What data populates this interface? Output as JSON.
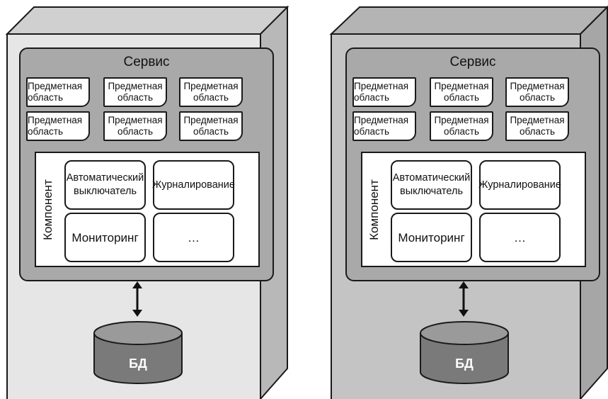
{
  "panels": [
    {
      "service": "Сервис",
      "domains": [
        "Предметная область",
        "Предметная область",
        "Предметная область",
        "Предметная область",
        "Предметная область",
        "Предметная область"
      ],
      "component_label": "Компонент",
      "modules": [
        "Автоматический выключатель",
        "Журналирование",
        "Мониторинг",
        "…"
      ],
      "db": "БД",
      "server_fill": "#e6e6e6"
    },
    {
      "service": "Сервис",
      "domains": [
        "Предметная область",
        "Предметная область",
        "Предметная область",
        "Предметная область",
        "Предметная область",
        "Предметная область"
      ],
      "component_label": "Компонент",
      "modules": [
        "Автоматический выключатель",
        "Журналирование",
        "Мониторинг",
        "…"
      ],
      "db": "БД",
      "server_fill": "#c4c4c4"
    }
  ]
}
